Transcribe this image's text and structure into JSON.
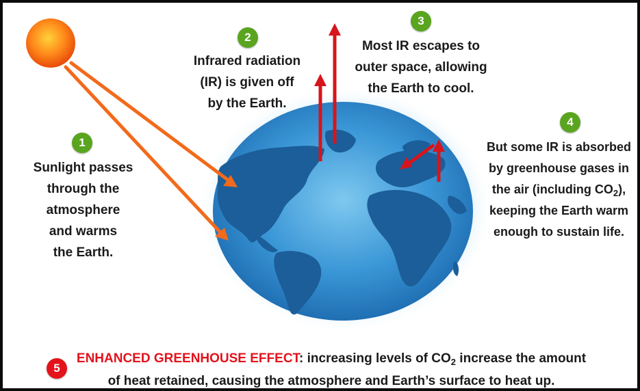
{
  "steps": [
    {
      "number": "1",
      "lines": [
        "Sunlight passes",
        "through the",
        "atmosphere",
        "and warms",
        "the Earth."
      ]
    },
    {
      "number": "2",
      "lines": [
        "Infrared radiation",
        "(IR) is given off",
        "by the Earth."
      ]
    },
    {
      "number": "3",
      "lines": [
        "Most IR escapes to",
        "outer space, allowing",
        "the Earth to cool."
      ]
    },
    {
      "number": "4",
      "line1": "But some IR is absorbed",
      "line2": "by greenhouse gases in",
      "line3_pre": "the air (including CO",
      "line3_sub": "2",
      "line3_post": "),",
      "line4": "keeping the Earth warm",
      "line5": "enough to sustain life."
    }
  ],
  "footer": {
    "number": "5",
    "highlight": "ENHANCED GREENHOUSE EFFECT",
    "text_pre": ": increasing levels of CO",
    "sub": "2",
    "text_post": " increase the amount",
    "line2": "of heat retained, causing the atmosphere and Earth’s surface to heat up."
  },
  "colors": {
    "badge_green": "#5aa51f",
    "badge_red": "#e3121b",
    "ir_arrow": "#d8141c",
    "sun_arrow": "#f26a1b",
    "ocean": "#2b86c9",
    "land": "#1c5e99",
    "sun": "#f57c00"
  },
  "icons": [
    "sun-icon",
    "earth-globe-icon",
    "sunlight-arrow-icon",
    "ir-arrow-icon"
  ]
}
